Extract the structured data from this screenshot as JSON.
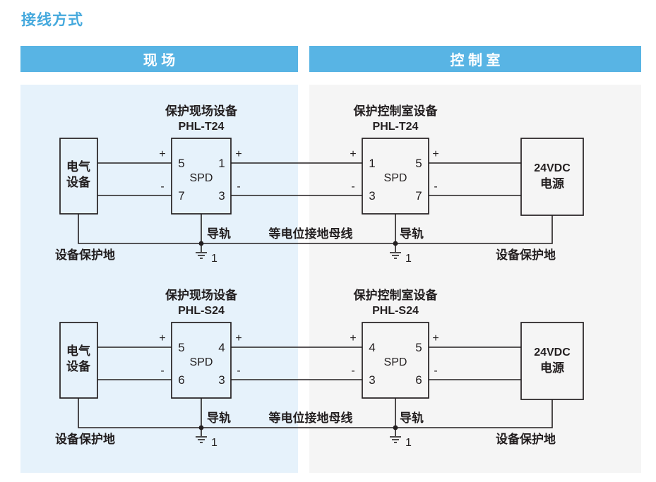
{
  "page": {
    "title": "接线方式"
  },
  "colors": {
    "accent": "#45a9dd",
    "header_bg": "#58b4e4",
    "panel_field_bg": "#e6f2fb",
    "panel_control_bg": "#f5f5f5",
    "line": "#231f20"
  },
  "sections": {
    "field": "现 场",
    "control": "控 制 室"
  },
  "labels": {
    "spd": "SPD",
    "plus": "+",
    "minus": "-",
    "rail": "导轨",
    "equipotential_bus": "等电位接地母线",
    "device_protective_earth": "设备保护地",
    "ground_ref": "1",
    "equipment_line1": "电气",
    "equipment_line2": "设备",
    "power_line1": "24VDC",
    "power_line2": "电源"
  },
  "diagrams": [
    {
      "field_caption": "保护现场设备",
      "field_model": "PHL-T24",
      "control_caption": "保护控制室设备",
      "control_model": "PHL-T24",
      "field_terminals": {
        "tl": "5",
        "tr": "1",
        "bl": "7",
        "br": "3"
      },
      "control_terminals": {
        "tl": "1",
        "tr": "5",
        "bl": "3",
        "br": "7"
      }
    },
    {
      "field_caption": "保护现场设备",
      "field_model": "PHL-S24",
      "control_caption": "保护控制室设备",
      "control_model": "PHL-S24",
      "field_terminals": {
        "tl": "5",
        "tr": "4",
        "bl": "6",
        "br": "3"
      },
      "control_terminals": {
        "tl": "4",
        "tr": "5",
        "bl": "3",
        "br": "6"
      }
    }
  ]
}
